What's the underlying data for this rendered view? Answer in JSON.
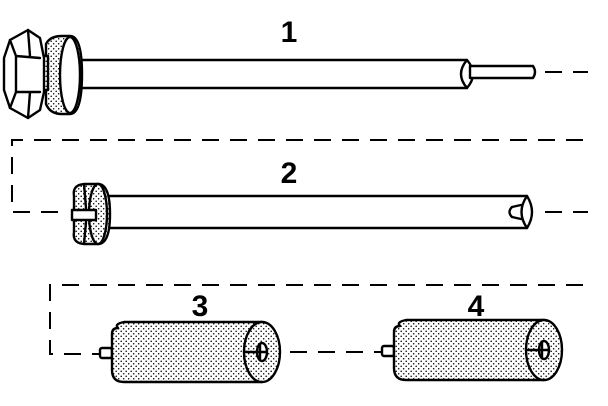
{
  "parts": [
    {
      "id": "part-1",
      "label": "1"
    },
    {
      "id": "part-2",
      "label": "2"
    },
    {
      "id": "part-3",
      "label": "3"
    },
    {
      "id": "part-4",
      "label": "4"
    }
  ],
  "colors": {
    "ink": "#000000",
    "paper": "#ffffff"
  }
}
